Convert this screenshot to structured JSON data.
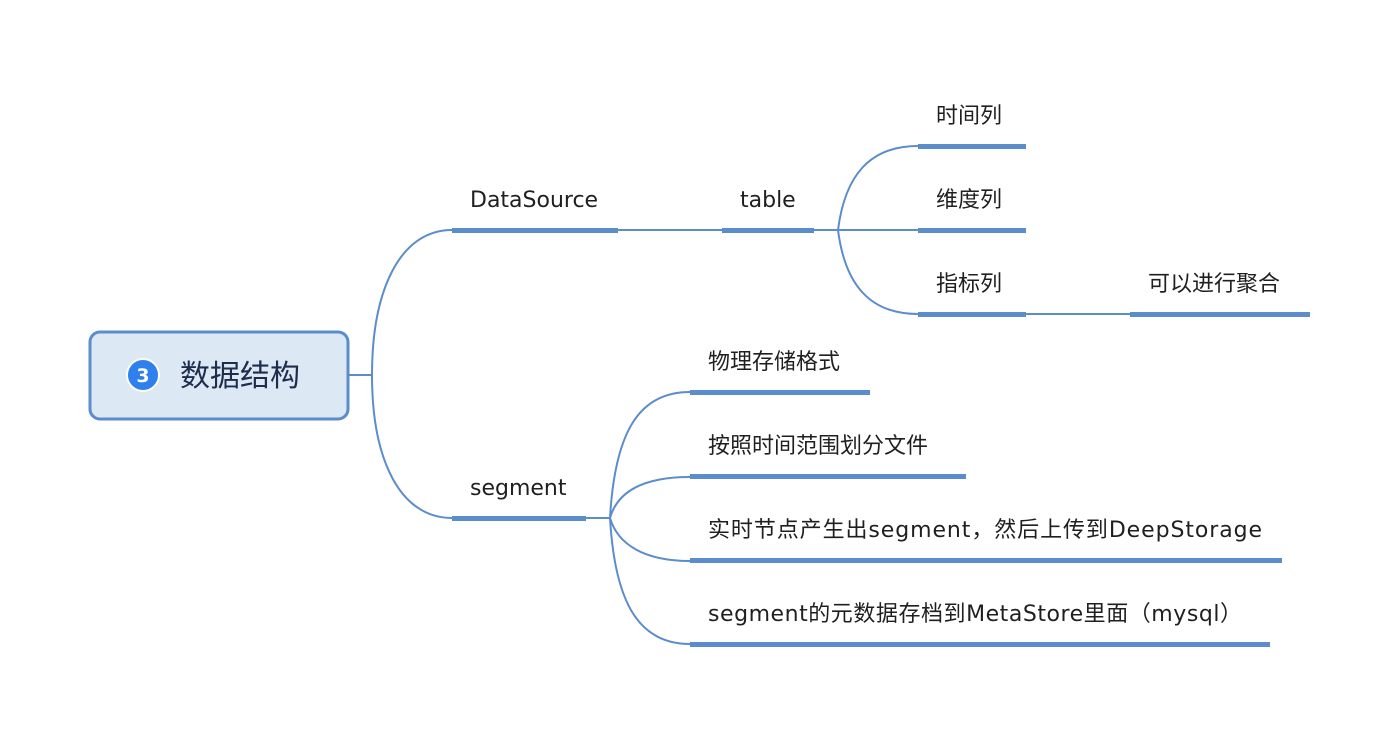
{
  "central_topic": {
    "badge": "3",
    "label": "数据结构"
  },
  "topics": {
    "datasource": "DataSource",
    "table": "table",
    "time_column": "时间列",
    "dimension_column": "维度列",
    "metric_column": "指标列",
    "aggregatable": "可以进行聚合",
    "segment": "segment",
    "physical_storage_format": "物理存储格式",
    "partition_by_time": "按照时间范围划分文件",
    "realtime_upload": "实时节点产生出segment，然后上传到DeepStorage",
    "metadata_archive": "segment的元数据存档到MetaStore里面（mysql）"
  },
  "colors": {
    "branch_line": "#5b8ccc",
    "central_fill": "#dde8f5",
    "central_border": "#5b8ccc",
    "badge_fill": "#2f80ed"
  }
}
